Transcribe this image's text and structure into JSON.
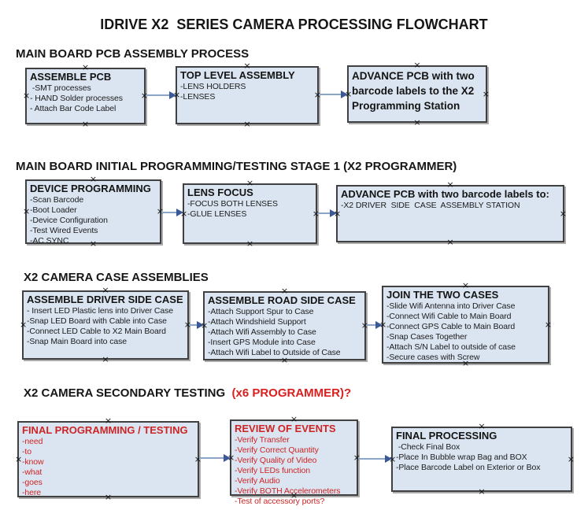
{
  "title": "IDRIVE X2  SERIES CAMERA PROCESSING FLOWCHART",
  "headings": {
    "s1": "MAIN BOARD PCB ASSEMBLY PROCESS",
    "s2": "MAIN BOARD INITIAL PROGRAMMING/TESTING STAGE 1 (X2 PROGRAMMER)",
    "s3": "X2 CAMERA CASE ASSEMBLIES",
    "s4_black": "X2 CAMERA SECONDARY TESTING ",
    "s4_red": " (x6 PROGRAMMER)?"
  },
  "boxes": {
    "assemble_pcb": {
      "title": "ASSEMBLE PCB",
      "items": [
        " -SMT processes",
        "- HAND Solder processes",
        "- Attach Bar Code Label"
      ]
    },
    "top_level_assembly": {
      "title": "TOP LEVEL ASSEMBLY",
      "items": [
        "-LENS HOLDERS",
        "-LENSES"
      ]
    },
    "advance_pcb_station": {
      "title": "ADVANCE PCB with two barcode labels to the  X2 Programming Station",
      "items": []
    },
    "device_programming": {
      "title": "DEVICE PROGRAMMING",
      "items": [
        "-Scan Barcode",
        "-Boot Loader",
        "-Device Configuration",
        "-Test Wired Events",
        "-AC SYNC"
      ]
    },
    "lens_focus": {
      "title": "LENS FOCUS",
      "items": [
        "-FOCUS BOTH LENSES",
        "-GLUE LENSES"
      ]
    },
    "advance_pcb_driver": {
      "title": "ADVANCE PCB with two barcode labels to:",
      "items": [
        "-X2 DRIVER  SIDE  CASE  ASSEMBLY STATION"
      ]
    },
    "assemble_driver_side": {
      "title": "ASSEMBLE DRIVER SIDE CASE",
      "items": [
        "- Insert LED Plastic lens into Driver Case",
        "-Snap LED Board with Cable into Case",
        "-Connect LED Cable to X2 Main Board",
        "-Snap Main Board into case"
      ]
    },
    "assemble_road_side": {
      "title": "ASSEMBLE ROAD SIDE CASE",
      "items": [
        "-Attach Support Spur to Case",
        "-Attach Windshield Support",
        "-Attach Wifi Assembly to Case",
        "-Insert GPS Module into Case",
        "-Attach Wifi Label to Outside of Case"
      ]
    },
    "join_two_cases": {
      "title": "JOIN THE TWO CASES",
      "items": [
        "-Slide Wifi Antenna into Driver Case",
        "-Connect Wifi Cable to Main Board",
        "-Connect GPS Cable to Main Board",
        "-Snap Cases Together",
        "-Attach S/N Label to outside of case",
        "-Secure cases with Screw"
      ]
    },
    "final_programming": {
      "title": "FINAL PROGRAMMING / TESTING",
      "items": [
        "-need",
        "-to",
        "-know",
        "-what",
        "-goes",
        "-here"
      ]
    },
    "review_of_events": {
      "title": "REVIEW OF EVENTS",
      "items": [
        "-Verify Transfer",
        "-Verify Correct Quantity",
        "-Verify Quality of Video",
        "-Verify LEDs function",
        "-Verify Audio",
        "-Verify BOTH Accelerometers",
        "-Test of accessory ports?"
      ]
    },
    "final_processing": {
      "title": "FINAL PROCESSING",
      "items": [
        " -Check Final Box",
        "-Place In Bubble wrap Bag and BOX",
        "-Place Barcode Label on Exterior or Box"
      ]
    }
  },
  "icons": {
    "connection_anchor": "×",
    "arrow_direction": "right"
  },
  "colors": {
    "box_fill": "#dbe5f1",
    "box_border": "#404040",
    "arrow_line": "#8ca5c6",
    "arrow_head": "#3b5996",
    "red_text": "#cd2525",
    "heading_red": "#da1f1f",
    "text": "#141414",
    "background": "#ffffff"
  }
}
